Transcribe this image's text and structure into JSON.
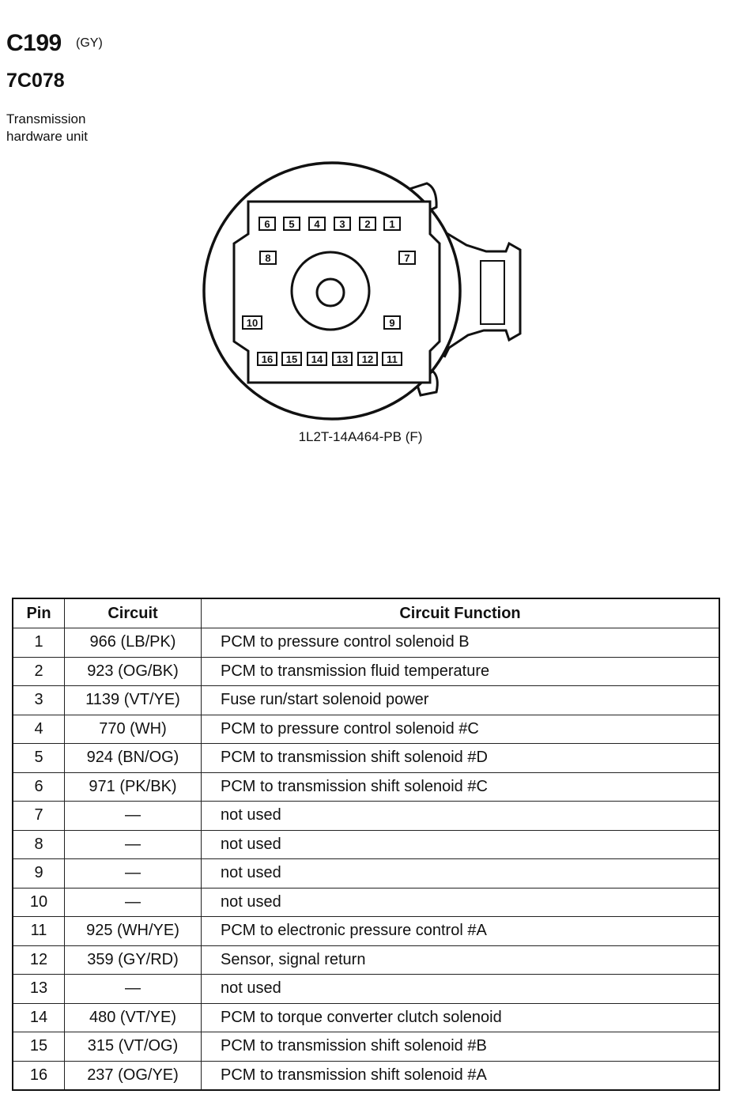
{
  "header": {
    "connector": "C199",
    "color": "(GY)",
    "part": "7C078",
    "description_line1": "Transmission",
    "description_line2": "hardware unit"
  },
  "diagram": {
    "part_number": "1L2T-14A464-PB (F)",
    "pins": [
      "1",
      "2",
      "3",
      "4",
      "5",
      "6",
      "7",
      "8",
      "9",
      "10",
      "11",
      "12",
      "13",
      "14",
      "15",
      "16"
    ]
  },
  "table": {
    "headers": {
      "pin": "Pin",
      "circuit": "Circuit",
      "function": "Circuit Function"
    },
    "rows": [
      {
        "pin": "1",
        "circuit": "966 (LB/PK)",
        "function": "PCM to pressure control solenoid B"
      },
      {
        "pin": "2",
        "circuit": "923 (OG/BK)",
        "function": "PCM to transmission fluid temperature"
      },
      {
        "pin": "3",
        "circuit": "1139 (VT/YE)",
        "function": "Fuse run/start solenoid power"
      },
      {
        "pin": "4",
        "circuit": "770 (WH)",
        "function": "PCM to pressure control solenoid #C"
      },
      {
        "pin": "5",
        "circuit": "924 (BN/OG)",
        "function": "PCM to transmission shift solenoid #D"
      },
      {
        "pin": "6",
        "circuit": "971 (PK/BK)",
        "function": "PCM to transmission shift solenoid #C"
      },
      {
        "pin": "7",
        "circuit": "—",
        "function": "not used"
      },
      {
        "pin": "8",
        "circuit": "—",
        "function": "not used"
      },
      {
        "pin": "9",
        "circuit": "—",
        "function": "not used"
      },
      {
        "pin": "10",
        "circuit": "—",
        "function": "not used"
      },
      {
        "pin": "11",
        "circuit": "925 (WH/YE)",
        "function": "PCM to electronic pressure control #A"
      },
      {
        "pin": "12",
        "circuit": "359 (GY/RD)",
        "function": "Sensor, signal return"
      },
      {
        "pin": "13",
        "circuit": "—",
        "function": "not used"
      },
      {
        "pin": "14",
        "circuit": "480 (VT/YE)",
        "function": "PCM to torque converter clutch solenoid"
      },
      {
        "pin": "15",
        "circuit": "315 (VT/OG)",
        "function": "PCM to transmission shift solenoid #B"
      },
      {
        "pin": "16",
        "circuit": "237 (OG/YE)",
        "function": "PCM to transmission shift solenoid #A"
      }
    ]
  }
}
